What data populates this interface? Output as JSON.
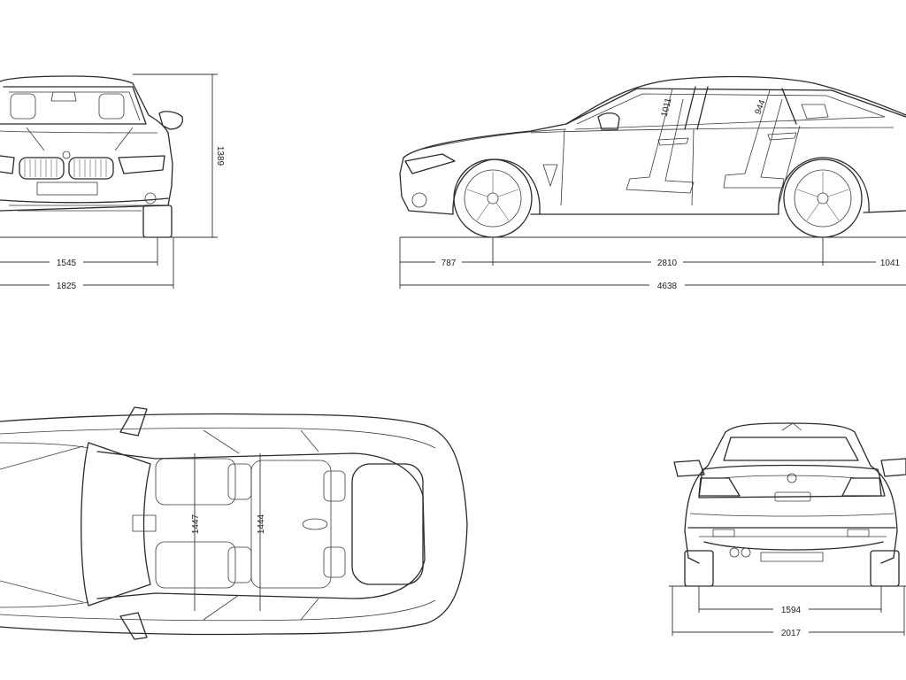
{
  "front_view": {
    "track_width": "1545",
    "overall_width": "1825",
    "overall_height": "1389"
  },
  "side_view": {
    "front_overhang": "787",
    "wheelbase": "2810",
    "rear_overhang": "1041",
    "overall_length": "4638",
    "front_headroom": "1011",
    "rear_headroom": "944"
  },
  "top_view": {
    "front_shoulder_width": "1447",
    "rear_shoulder_width": "1444"
  },
  "rear_view": {
    "rear_track_width": "1594",
    "width_with_mirrors": "2017"
  },
  "colors": {
    "line": "#2a2a2a",
    "background": "#ffffff"
  }
}
